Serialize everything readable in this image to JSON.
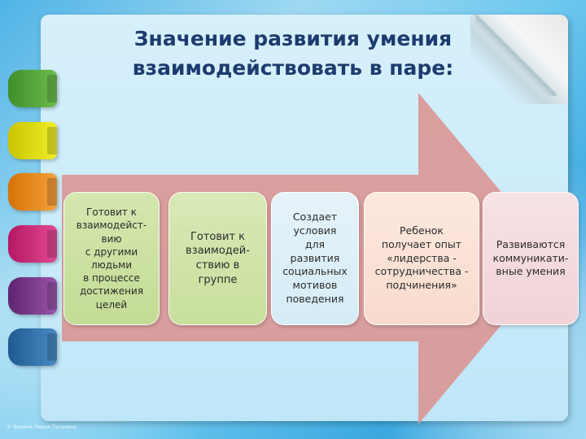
{
  "slide": {
    "title": "Значение развития умения взаимодействовать в паре:",
    "footer": "© Фокина Лидия Петровна"
  },
  "steps": [
    {
      "text": "Готовит к\nвзаимодейст-\nвию\nс другими\nлюдьми\nв процессе\nдостижения\nцелей"
    },
    {
      "text": "Готовит к\nвзаимодей-\nствию в\nгруппе"
    },
    {
      "text": "Создает\nусловия\nдля\nразвития\nсоциальных\nмотивов\nповедения"
    },
    {
      "text": "Ребенок\nполучает опыт\n«лидерства -\nсотрудничества -\nподчинения»"
    },
    {
      "text": "Развиваются\nкоммуникати-\nвные умения"
    }
  ],
  "colors": {
    "arrow": "#d99a98",
    "title": "#1d3b6e",
    "tab_green": "#5aaa3e",
    "tab_yellow": "#e2e000",
    "tab_orange": "#e88a12",
    "tab_magenta": "#cf2a78",
    "tab_purple": "#7a3a8c",
    "tab_blue": "#2f6fa8"
  }
}
